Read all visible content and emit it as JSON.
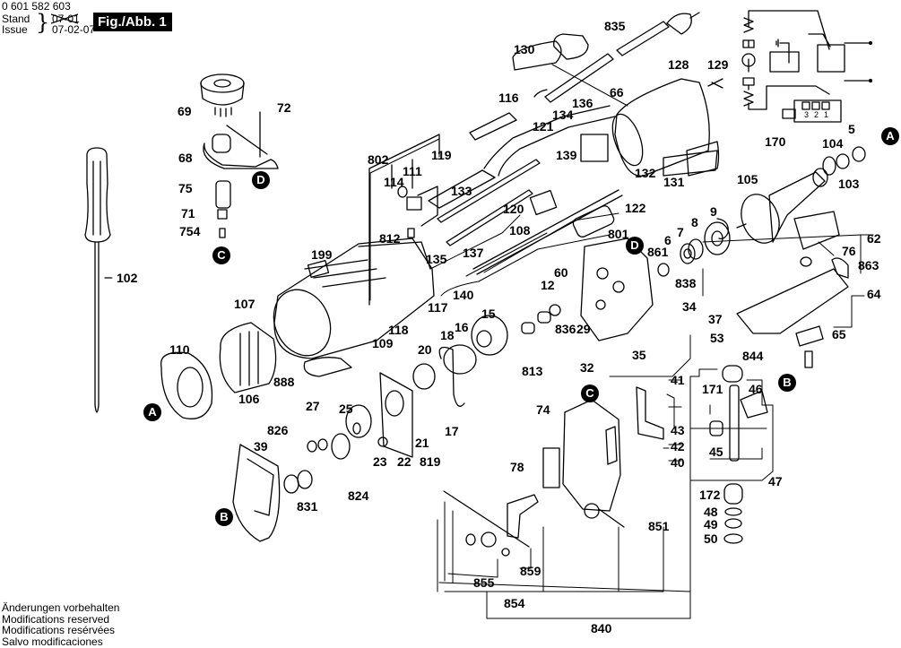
{
  "header": {
    "document_number": "0 601 582 603",
    "stand_label": "Stand",
    "stand_old_value": "07-01",
    "issue_label": "Issue",
    "issue_date": "07-02-07",
    "figure_badge": "Fig./Abb. 1"
  },
  "footer": {
    "lines": [
      "Änderungen vorbehalten",
      "Modifications reserved",
      "Modifications resérvées",
      "Salvo modificaciones"
    ]
  },
  "reference_markers": [
    "A",
    "A",
    "B",
    "B",
    "C",
    "C",
    "D",
    "D"
  ],
  "part_labels": [
    "835",
    "130",
    "128",
    "129",
    "116",
    "66",
    "136",
    "134",
    "121",
    "139",
    "132",
    "131",
    "802",
    "119",
    "111",
    "114",
    "133",
    "120",
    "122",
    "812",
    "135",
    "137",
    "108",
    "801",
    "199",
    "140",
    "107",
    "117",
    "118",
    "109",
    "110",
    "106",
    "888",
    "60",
    "12",
    "838",
    "836",
    "29",
    "15",
    "16",
    "18",
    "20",
    "17",
    "813",
    "32",
    "35",
    "34",
    "37",
    "53",
    "844",
    "41",
    "171",
    "46",
    "47",
    "43",
    "42",
    "45",
    "40",
    "172",
    "48",
    "49",
    "50",
    "74",
    "78",
    "851",
    "859",
    "855",
    "854",
    "840",
    "826",
    "27",
    "25",
    "824",
    "831",
    "39",
    "21",
    "22",
    "23",
    "819",
    "69",
    "72",
    "68",
    "75",
    "71",
    "754",
    "102",
    "170",
    "105",
    "104",
    "103",
    "5",
    "6",
    "7",
    "8",
    "9",
    "861",
    "62",
    "76",
    "863",
    "64",
    "65"
  ],
  "schematic": {
    "switch_terminals": [
      "3",
      "2",
      "1"
    ]
  }
}
